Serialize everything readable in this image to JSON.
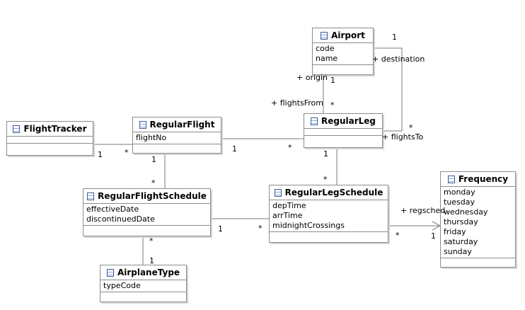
{
  "classes": {
    "airport": {
      "name": "Airport",
      "attributes": [
        "code",
        "name"
      ]
    },
    "flight_tracker": {
      "name": "FlightTracker",
      "attributes": []
    },
    "regular_flight": {
      "name": "RegularFlight",
      "attributes": [
        "flightNo"
      ]
    },
    "regular_leg": {
      "name": "RegularLeg",
      "attributes": []
    },
    "frequency": {
      "name": "Frequency",
      "attributes": [
        "monday",
        "tuesday",
        "wednesday",
        "thursday",
        "friday",
        "saturday",
        "sunday"
      ]
    },
    "regular_flight_schedule": {
      "name": "RegularFlightSchedule",
      "attributes": [
        "effectiveDate",
        "discontinuedDate"
      ]
    },
    "regular_leg_schedule": {
      "name": "RegularLegSchedule",
      "attributes": [
        "depTime",
        "arrTime",
        "midnightCrossings"
      ]
    },
    "airplane_type": {
      "name": "AirplaneType",
      "attributes": [
        "typeCode"
      ]
    }
  },
  "labels": {
    "airport_dest_mult": "1",
    "destination_role": "+ destination",
    "origin_role": "+ origin",
    "origin_mult": "1",
    "flights_from_mult": "*",
    "flights_from_role": "+ flightsFrom",
    "flights_to_mult": "*",
    "flights_to_role": "+ flightsTo",
    "tracker_mult": "1",
    "tracker_flight_mult": "*",
    "flight_leg_mult1": "1",
    "flight_leg_mult2": "*",
    "flight_sched_mult1": "1",
    "flight_sched_mult2": "*",
    "leg_sched_mult1": "1",
    "leg_sched_mult2": "*",
    "fsched_lsched_mult1": "1",
    "fsched_lsched_mult2": "*",
    "regsched_role": "+ regsched",
    "regsched_mult_star": "*",
    "regsched_mult_one": "1",
    "sched_plane_mult1": "*",
    "sched_plane_mult2": "1"
  }
}
